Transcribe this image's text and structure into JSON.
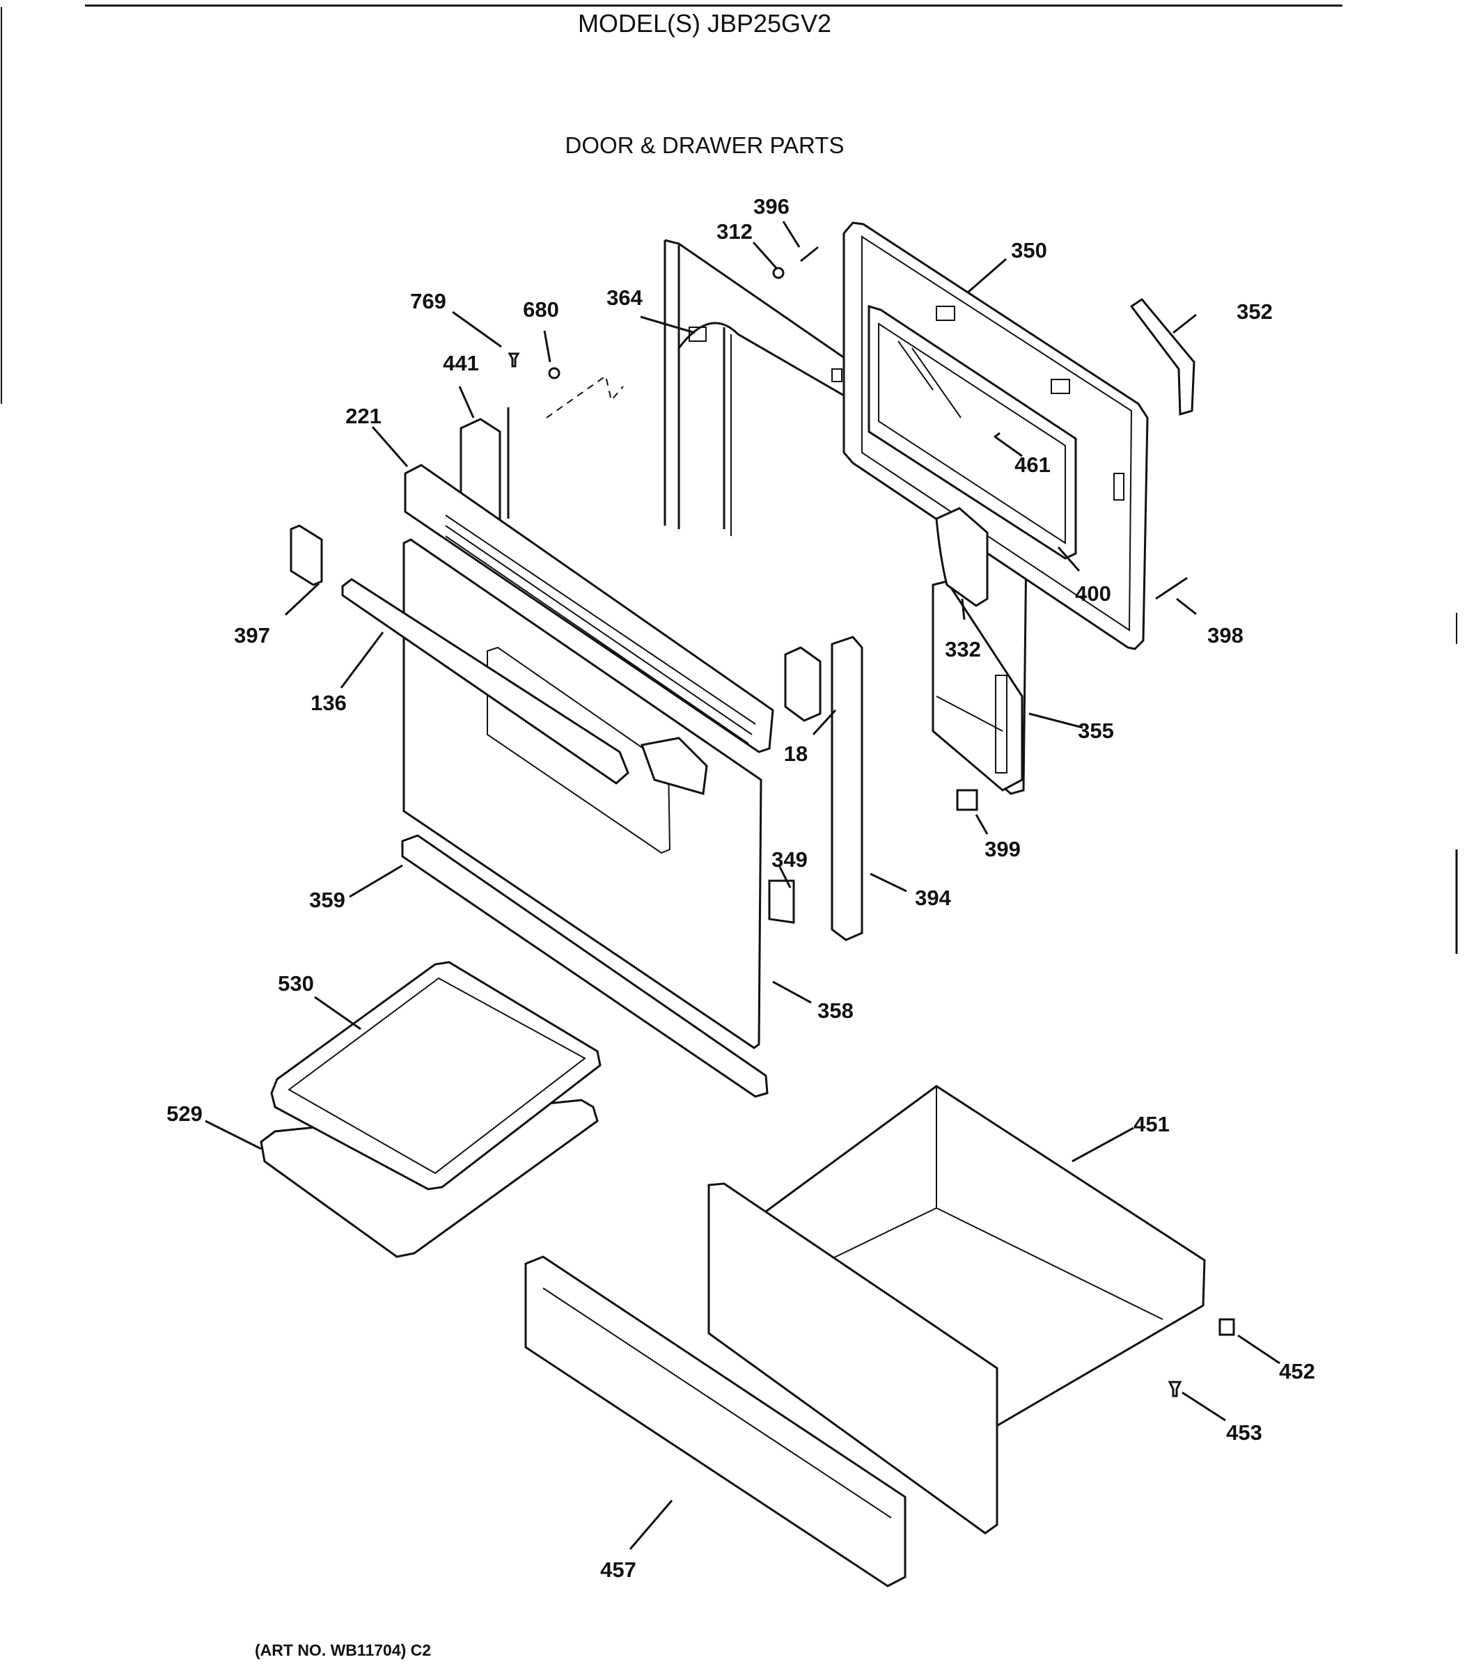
{
  "header": {
    "model": "MODEL(S) JBP25GV2",
    "section": "DOOR & DRAWER PARTS"
  },
  "footer": {
    "art_no": "(ART NO. WB11704) C2"
  },
  "callouts": [
    "396",
    "312",
    "350",
    "352",
    "364",
    "769",
    "680",
    "441",
    "221",
    "461",
    "397",
    "400",
    "398",
    "136",
    "332",
    "18",
    "355",
    "399",
    "349",
    "394",
    "359",
    "358",
    "530",
    "529",
    "451",
    "452",
    "453",
    "457"
  ]
}
